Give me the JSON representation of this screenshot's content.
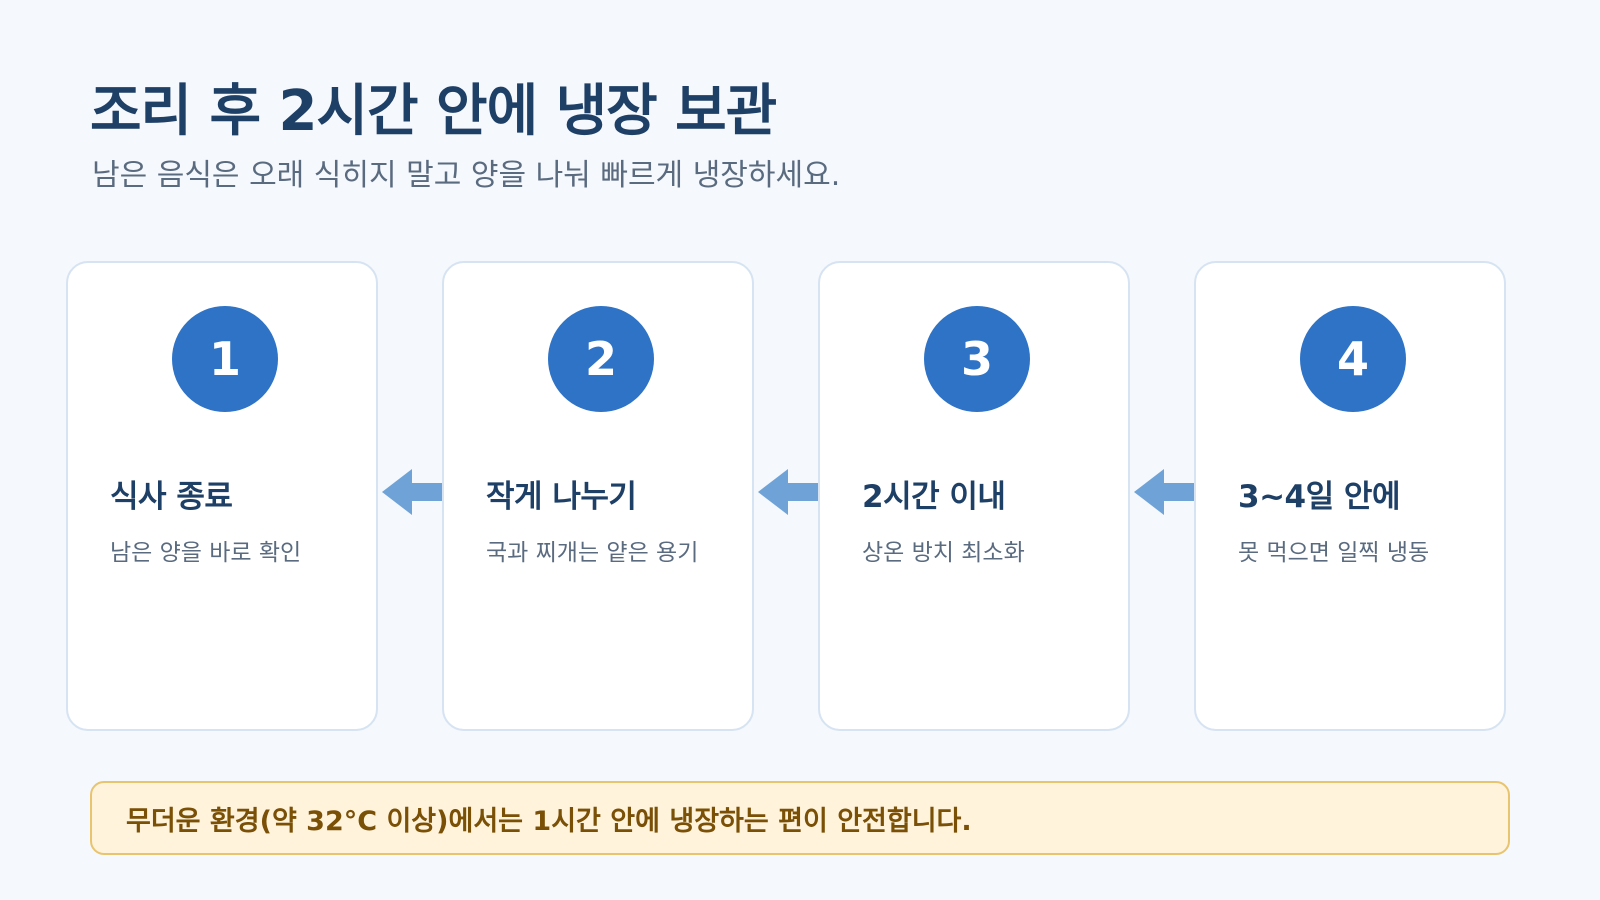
{
  "header": {
    "title": "조리 후 2시간 안에 냉장 보관",
    "subtitle": "남은 음식은 오래 식히지 말고 양을 나눠 빠르게 냉장하세요."
  },
  "steps": [
    {
      "number": "1",
      "title": "식사 종료",
      "description": "남은 양을 바로 확인"
    },
    {
      "number": "2",
      "title": "작게 나누기",
      "description": "국과 찌개는 얕은 용기"
    },
    {
      "number": "3",
      "title": "2시간 이내",
      "description": "상온 방치 최소화"
    },
    {
      "number": "4",
      "title": "3~4일 안에",
      "description": "못 먹으면 일찍 냉동"
    }
  ],
  "arrows": {
    "icon": "arrow-left-icon",
    "color": "#6fa3d8"
  },
  "note": {
    "text": "무더운 환경(약 32°C 이상)에서는 1시간 안에 냉장하는 편이 안전합니다."
  },
  "colors": {
    "accent": "#2e73c6",
    "title": "#1e3f66",
    "note_background": "#fff3dc",
    "note_border": "#e8c46f",
    "note_text": "#7a4f06"
  }
}
